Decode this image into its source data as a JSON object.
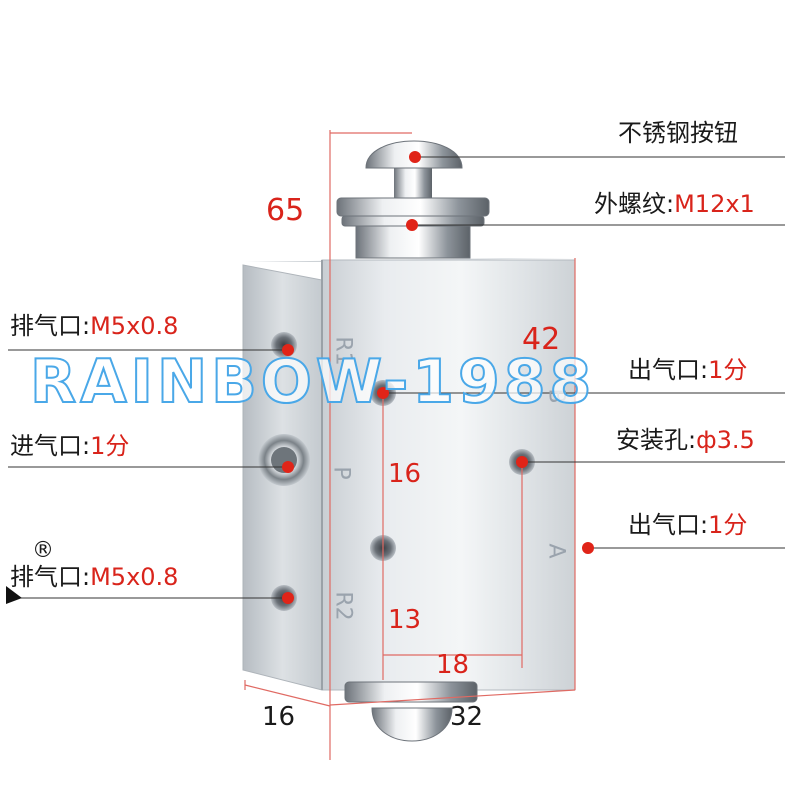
{
  "labels": {
    "button": "不锈钢按钮",
    "thread_name": "外螺纹:",
    "thread_val": "M12x1",
    "exhaust1_name": "排气口:",
    "exhaust1_val": "M5x0.8",
    "inlet_name": "进气口:",
    "inlet_val": "1分",
    "outlet1_name": "出气口:",
    "outlet1_val": "1分",
    "mount_name": "安装孔:",
    "mount_val": "ф3.5",
    "outlet2_name": "出气口:",
    "outlet2_val": "1分",
    "exhaust2_name": "排气口:",
    "exhaust2_val": "M5x0.8"
  },
  "dimensions": {
    "height": "65",
    "width_side": "16",
    "width_front": "32",
    "hole_top": "42",
    "hole_gap": "16",
    "hole_bottom": "13",
    "hole_span": "18"
  },
  "ports": {
    "r1": "R1",
    "p": "P",
    "r2": "R2",
    "b": "B",
    "a": "A"
  },
  "watermark": {
    "text": "RAINBOW-1988",
    "mark": "®"
  },
  "colors": {
    "accent": "#d9241b",
    "watermark": "#4aa8e8"
  }
}
